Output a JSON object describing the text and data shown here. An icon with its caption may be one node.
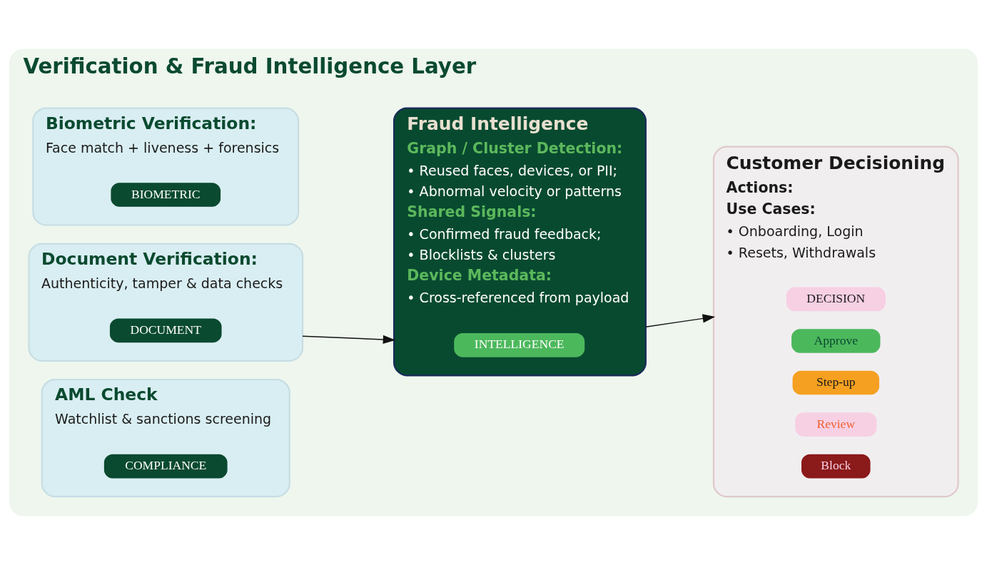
{
  "diagram": {
    "nodes": [
      {
        "text": [
          "Verification & Fraud Intelligence Layer"
        ]
      },
      {
        "text": [
          "Biometric Verification:",
          "Face match + liveness + forensics"
        ],
        "in": 0
      },
      {
        "text": [
          "BIOMETRIC"
        ],
        "in": 1
      },
      {
        "text": [
          "Document Verification:",
          "Authenticity, tamper & data checks"
        ],
        "in": 0
      },
      {
        "text": [
          "DOCUMENT"
        ],
        "in": 3
      },
      {
        "text": [
          "AML Check",
          "Watchlist & sanctions screening"
        ],
        "in": 0
      },
      {
        "text": [
          "COMPLIANCE"
        ],
        "in": 5
      },
      {
        "text": [
          "Fraud Intelligence",
          "Graph / Cluster Detection:",
          "• Reused faces, devices, or PII;",
          "• Abnormal velocity or patterns",
          "Shared Signals:",
          "• Confirmed fraud feedback;",
          "• Blocklists & clusters",
          "Device Metadata:",
          "• Cross-referenced from payload"
        ],
        "in": 0
      },
      {
        "text": [
          "INTELLIGENCE"
        ],
        "in": 7
      },
      {
        "text": [
          "Customer Decisioning",
          "Actions:",
          "Use Cases:",
          "• Onboarding, Login",
          "• Resets, Withdrawals"
        ],
        "in": 0
      },
      {
        "text": [
          "DECISION"
        ],
        "in": 9
      },
      {
        "text": [
          "Approve"
        ],
        "in": 9
      },
      {
        "text": [
          "Step-up"
        ],
        "in": 9
      },
      {
        "text": [
          "Review"
        ],
        "in": 9
      },
      {
        "text": [
          "Block"
        ],
        "in": 9
      }
    ],
    "edges": [
      {
        "from": 3,
        "to": 7,
        "arrow": "to"
      },
      {
        "from": 7,
        "to": 9,
        "arrow": "to"
      }
    ]
  }
}
